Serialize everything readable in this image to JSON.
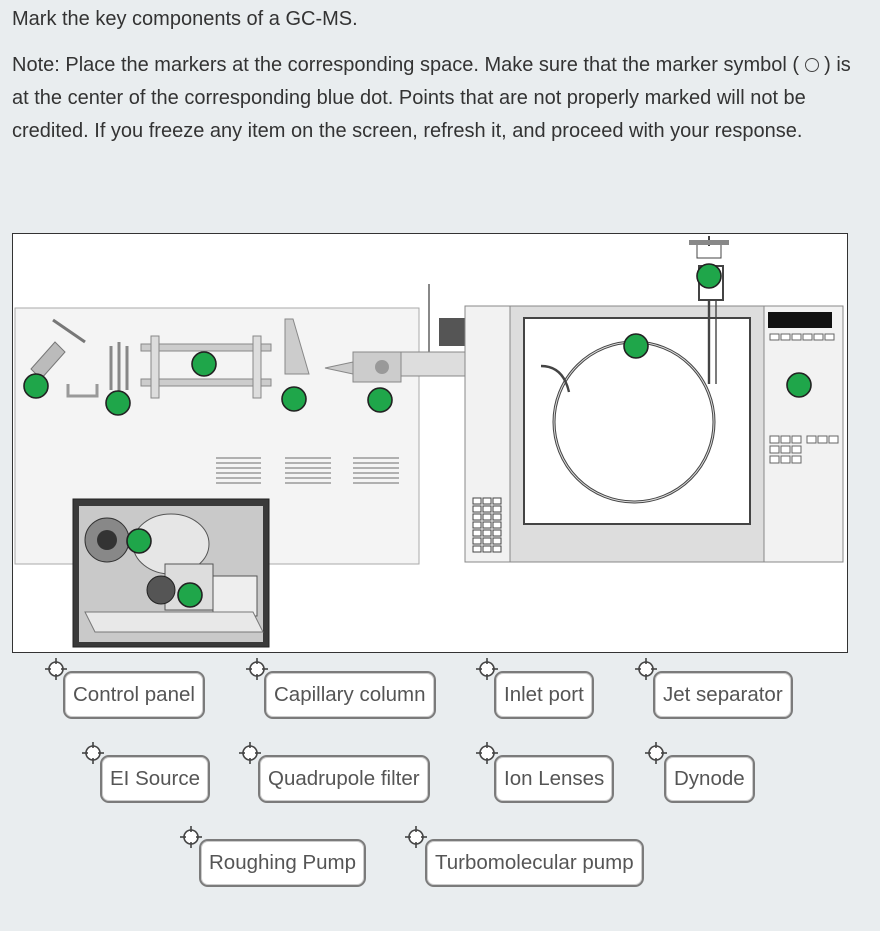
{
  "question": {
    "title": "Mark the key components of a GC-MS.",
    "note": {
      "before_symbol": "Note: Place the markers at the corresponding space.  Make sure that the marker symbol ( ",
      "after_symbol": " ) is at the center of the corresponding blue dot.  Points that are not properly marked will not be credited.  If you freeze any item on the screen, refresh it, and proceed with your response."
    }
  },
  "colors": {
    "target_dot": "#1fa64a",
    "label_border": "#7b7b7b",
    "page_bg": "#e9edef"
  },
  "markers": {
    "icon": "crosshair-marker-icon",
    "count": 10
  },
  "labels": {
    "control_panel": "Control panel",
    "capillary_column": "Capillary column",
    "inlet_port": "Inlet port",
    "jet_separator": "Jet separator",
    "ei_source": "EI Source",
    "quadrupole_filter": "Quadrupole filter",
    "ion_lenses": "Ion Lenses",
    "dynode": "Dynode",
    "roughing_pump": "Roughing Pump",
    "turbomolecular_pump": "Turbomolecular pump"
  }
}
